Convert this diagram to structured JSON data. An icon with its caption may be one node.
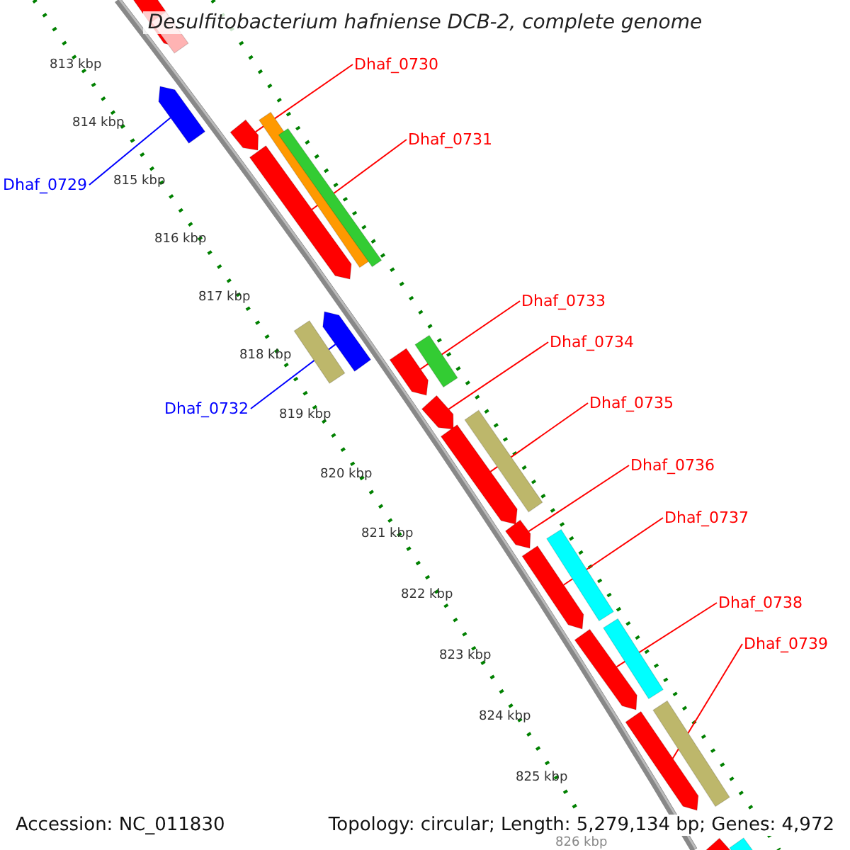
{
  "diagram": {
    "title": "Desulfitobacterium hafniense DCB-2, complete genome",
    "nodes": [
      {
        "text": [
          "Dhaf_0730"
        ]
      },
      {
        "text": [
          "Dhaf_0731"
        ]
      },
      {
        "text": [
          "Dhaf_0729"
        ]
      },
      {
        "text": [
          "Dhaf_0733"
        ]
      },
      {
        "text": [
          "Dhaf_0734"
        ]
      },
      {
        "text": [
          "Dhaf_0735"
        ]
      },
      {
        "text": [
          "Dhaf_0732"
        ]
      },
      {
        "text": [
          "Dhaf_0736"
        ]
      },
      {
        "text": [
          "Dhaf_0737"
        ]
      },
      {
        "text": [
          "Dhaf_0738"
        ]
      },
      {
        "text": [
          "Dhaf_0739"
        ]
      },
      {
        "text": [],
        "shape": "arrow"
      },
      {
        "text": [],
        "shape": "arrow"
      },
      {
        "text": [],
        "shape": "arrow"
      },
      {
        "text": [],
        "shape": "arrow"
      },
      {
        "text": [],
        "shape": "arrow"
      },
      {
        "text": [],
        "shape": "arrow"
      },
      {
        "text": [],
        "shape": "arrow"
      },
      {
        "text": [],
        "shape": "arrow"
      },
      {
        "text": [],
        "shape": "arrow"
      },
      {
        "text": [],
        "shape": "arrow"
      },
      {
        "text": [],
        "shape": "arrow"
      },
      {
        "text": [],
        "shape": "arrow"
      },
      {
        "text": [],
        "shape": "bar"
      },
      {
        "text": [],
        "shape": "bar"
      },
      {
        "text": [],
        "shape": "bar"
      },
      {
        "text": [],
        "shape": "bar"
      },
      {
        "text": [],
        "shape": "bar"
      },
      {
        "text": [],
        "shape": "bar"
      },
      {
        "text": [],
        "shape": "bar"
      },
      {
        "text": [],
        "shape": "bar"
      },
      {
        "text": [],
        "shape": "bar"
      },
      {
        "text": [],
        "shape": "bar"
      },
      {
        "text": [],
        "shape": "bar"
      }
    ],
    "edges": [
      {
        "from": 0,
        "to": 11,
        "arrow": "none"
      },
      {
        "from": 1,
        "to": 12,
        "arrow": "none"
      },
      {
        "from": 2,
        "to": 13,
        "arrow": "none",
        "color": "#0000ff"
      },
      {
        "from": 3,
        "to": 14,
        "arrow": "none"
      },
      {
        "from": 4,
        "to": 15,
        "arrow": "none"
      },
      {
        "from": 5,
        "to": 16,
        "arrow": "none"
      },
      {
        "from": 6,
        "to": 17,
        "arrow": "none",
        "color": "#0000ff"
      },
      {
        "from": 7,
        "to": 18,
        "arrow": "none"
      },
      {
        "from": 8,
        "to": 19,
        "arrow": "none"
      },
      {
        "from": 9,
        "to": 20,
        "arrow": "none"
      },
      {
        "from": 10,
        "to": 21,
        "arrow": "none"
      }
    ],
    "labels": [
      "813 kbp",
      "814 kbp",
      "815 kbp",
      "816 kbp",
      "817 kbp",
      "818 kbp",
      "819 kbp",
      "820 kbp",
      "821 kbp",
      "822 kbp",
      "823 kbp",
      "824 kbp",
      "825 kbp",
      "826 kbp",
      "Accession: NC_011830",
      "Topology: circular; Length: 5,279,134 bp; Genes: 4,972"
    ]
  }
}
